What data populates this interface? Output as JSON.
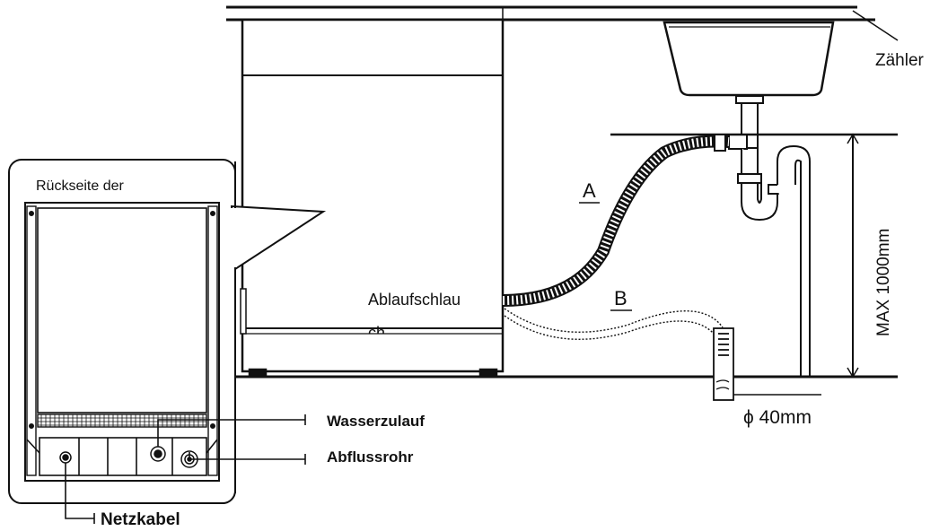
{
  "labels": {
    "counter": "Zähler",
    "back_of": "Rückseite der",
    "label_a": "A",
    "label_b": "B",
    "drain_hose_line1": "Ablaufschlau",
    "drain_hose_line2": "ch",
    "max_height": "MAX 1000mm",
    "diameter": "ϕ 40mm",
    "water_inlet": "Wasserzulauf",
    "drain_pipe": "Abflussrohr",
    "power_cable": "Netzkabel"
  },
  "colors": {
    "line": "#111111",
    "background": "#ffffff"
  }
}
